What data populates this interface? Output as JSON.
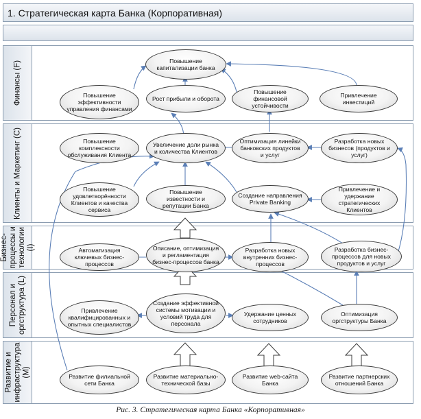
{
  "title": "1. Стратегическая карта Банка (Корпоративная)",
  "caption": "Рис. 3. Стратегическая карта Банка «Корпоративная»",
  "lanes": {
    "finance": "Финансы (F)",
    "clients": "Клиенты и Маркетинг (С)",
    "processes": "Бизнес-процессы и технологии (I)",
    "personnel": "Персонал и оргструктура (L)",
    "infrastructure": "Развитие и инфраструктура (М)"
  },
  "nodes": {
    "f_capitalization": "Повышение капитализации банка",
    "f_fin_management": "Повышение эффективности управления финансами",
    "f_profit_turnover": "Рост прибыли и оборота",
    "f_fin_stability": "Повышение финансовой устойчивости",
    "f_investments": "Привлечение инвестиций",
    "c_service_complexity": "Повышение комплексности обслуживания Клиента",
    "c_market_share": "Увеличение доли рынка и количества Клиентов",
    "c_product_line": "Оптимизация линейки банковских продуктов и услуг",
    "c_new_business": "Разработка новых бизнесов (продуктов и услуг)",
    "c_client_satisfaction": "Повышение удовлетворённости Клиентов и качества сервиса",
    "c_reputation": "Повышение известности и репутации Банка",
    "c_private_banking": "Создание направления Private Banking",
    "c_strategic_clients": "Привлечение и удержание стратегических Клиентов",
    "p_automation": "Автоматизация ключевых бизнес-процессов",
    "p_reglamentation": "Описание, оптимизация и регламентация бизнес-процессов банка",
    "p_internal_processes": "Разработка новых внутренних бизнес-процессов",
    "p_product_processes": "Разработка бизнес-процессов для новых продуктов и услуг",
    "l_qualified_staff": "Привлечение квалифицированных и опытных специалистов",
    "l_motivation": "Создание эффективной системы мотивации и условий труда для персонала",
    "l_retention": "Удержание ценных сотрудников",
    "l_org_structure": "Оптимизация оргструктуры Банка",
    "m_branch_network": "Развитие филиальной сети Банка",
    "m_material_base": "Развитие материально-технической базы",
    "m_website": "Развитие web-сайта Банка",
    "m_partnerships": "Развитие партнерских отношений Банка"
  },
  "colors": {
    "arrow": "#5b7fb6",
    "node_border": "#3b3b3b",
    "lane_border": "#8a9cb0",
    "header_fill": "#dce3eb"
  }
}
